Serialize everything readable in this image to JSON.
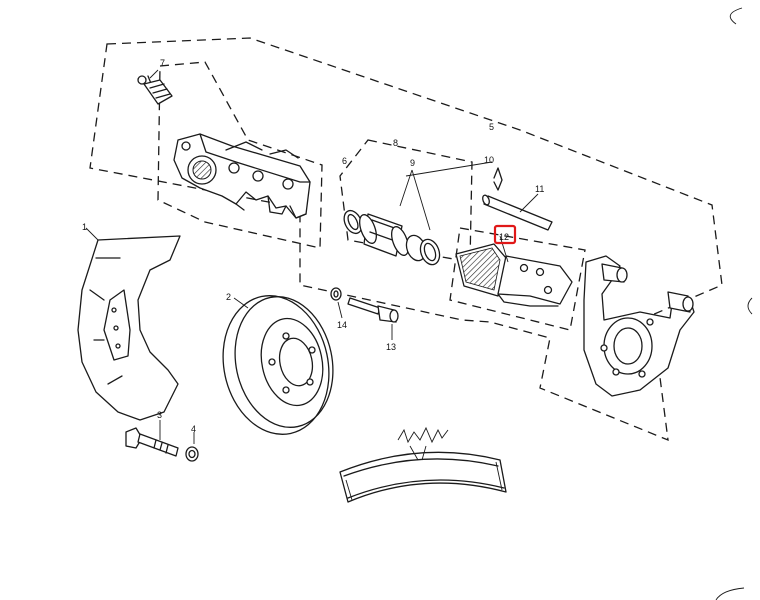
{
  "diagram": {
    "labels": {
      "l1": "1",
      "l2": "2",
      "l3": "3",
      "l4": "4",
      "l5": "5",
      "l6": "6",
      "l7": "7",
      "l8": "8",
      "l9": "9",
      "l10": "10",
      "l11": "11",
      "l12": "12",
      "l13": "13",
      "l14": "14"
    },
    "highlighted_label": "12",
    "highlight_color": "#e01818",
    "line_color": "#1b1b1b"
  }
}
